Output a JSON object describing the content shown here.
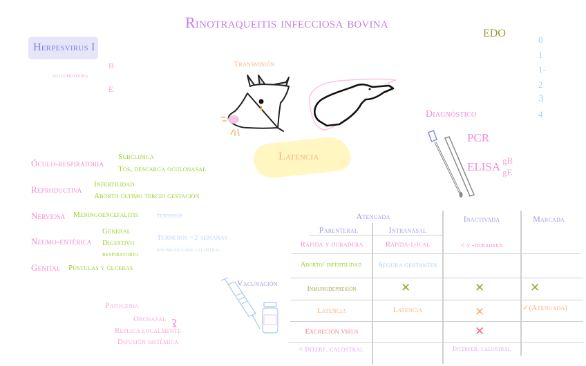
{
  "title": "Rinotraqueitis infecciosa bovina",
  "agent": {
    "label": "Herpesvirus I",
    "glycoprotein_label": "glicoproteina",
    "glycoproteins": [
      "B",
      "E"
    ]
  },
  "transmission": {
    "label": "Transmisión",
    "icons": [
      "cow-head-sneezing-icon",
      "calf-fetus-icon"
    ]
  },
  "latency": {
    "label": "Latencia"
  },
  "edo": {
    "label": "EDO",
    "levels": [
      "0",
      "1",
      "1-",
      "2",
      "3",
      "4"
    ]
  },
  "diagnosis": {
    "label": "Diagnóstico",
    "methods": [
      "PCR",
      "ELISA"
    ],
    "elisa_targets": [
      "gB",
      "gE"
    ],
    "icon": "swab-tube-icon"
  },
  "clinical_forms": [
    {
      "form": "Óculo-respiratoria",
      "signs": [
        "Subclinica",
        "Tos, descarga oculonasal"
      ]
    },
    {
      "form": "Reproductiva",
      "signs": [
        "Infertilidad",
        "Aborto último tercio gestación"
      ]
    },
    {
      "form": "Nerviosa",
      "signs": [
        "Meningoencefalitis"
      ],
      "note": "terneros"
    },
    {
      "form": "Neumo-entérica",
      "signs": [
        "General",
        "Digestivo",
        "respiratorio"
      ],
      "note_lines": [
        "Terneros <2 semanas",
        "sin protección calostral"
      ]
    },
    {
      "form": "Genital",
      "signs": [
        "Pústulas y úlceras"
      ]
    }
  ],
  "pathogenesis": {
    "label": "Patogenia",
    "steps": [
      "Oronasal",
      "Replica localmente",
      "Difusión sistémica"
    ]
  },
  "vaccination": {
    "label": "Vacunación",
    "icons": [
      "syringe-icon",
      "vial-icon"
    ],
    "table": {
      "headers": {
        "atenuada": "Atenuada",
        "parenteral": "Parenteral",
        "intranasal": "Intranasal",
        "inactivada": "Inactivada",
        "marcada": "Marcada"
      },
      "rows": [
        {
          "parenteral": "Rápida y duradera",
          "intranasal": "Rápida-local",
          "inactivada": "< y -duradera",
          "marcada": ""
        },
        {
          "parenteral": "Aborto/ infertilidad",
          "intranasal": "Segura gestantes",
          "inactivada": "",
          "marcada": ""
        },
        {
          "parenteral": "Inmunodepresión",
          "intranasal": "✕",
          "inactivada": "✕",
          "marcada": "✕"
        },
        {
          "parenteral": "Latencia",
          "intranasal": "Latencia",
          "inactivada": "✕",
          "marcada": "✓(Atenuada)"
        },
        {
          "parenteral": "Excreción virus",
          "intranasal": "",
          "inactivada": "✕",
          "marcada": ""
        },
        {
          "parenteral": "< Interf. calostral",
          "intranasal": "",
          "inactivada": "Interfer. calostral",
          "marcada": ""
        }
      ]
    }
  },
  "colors": {
    "title": "#c77ee8",
    "pink": "#f58ad2",
    "green": "#98cf2a",
    "light_blue": "#b6d6f8",
    "lavender": "#9a9ae8",
    "orange": "#f5b27a",
    "olive": "#9a9a33",
    "red": "#f06a7a"
  }
}
